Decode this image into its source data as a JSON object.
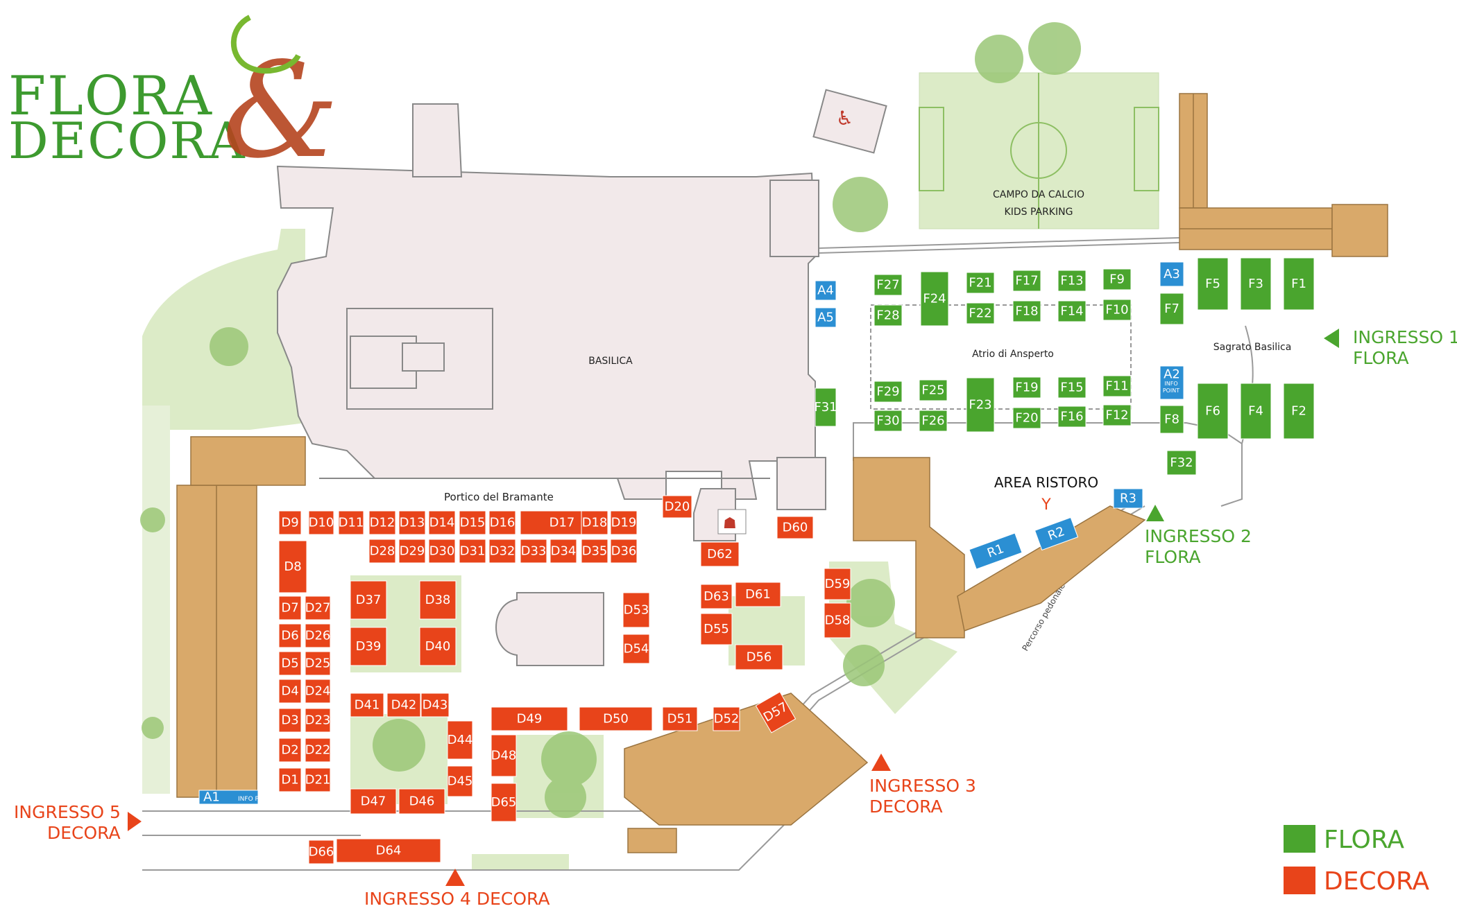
{
  "logo": {
    "line1": "FLORA",
    "line2": "DECORA",
    "ampersand": "&"
  },
  "colors": {
    "flora": "#4aa52e",
    "decora": "#e8441a",
    "info": "#2b8fd3",
    "building": "#f2e9ea",
    "building_line": "#888888",
    "roof": "#d9a96a",
    "grass": "#dcebc7",
    "logo_text": "#3d9a2f",
    "logo_amp": "#b5441f"
  },
  "areas": {
    "basilica": "BASILICA",
    "atrio": "Atrio di Ansperto",
    "sagrato": "Sagrato Basilica",
    "portico": "Portico del Bramante",
    "ristoro": "AREA RISTORO",
    "campo_line1": "CAMPO DA CALCIO",
    "campo_line2": "KIDS PARKING",
    "percorso": "Percorso pedonale"
  },
  "info_point_text": "INFO POINT",
  "info_point_line1": "INFO",
  "info_point_line2": "POINT",
  "entrances": {
    "i1": {
      "line1": "INGRESSO 1",
      "line2": "FLORA"
    },
    "i2": {
      "line1": "INGRESSO 2",
      "line2": "FLORA"
    },
    "i3": {
      "line1": "INGRESSO 3",
      "line2": "DECORA"
    },
    "i4": {
      "line1": "INGRESSO 4 DECORA"
    },
    "i5": {
      "line1": "INGRESSO 5",
      "line2": "DECORA"
    }
  },
  "legend": {
    "flora": "FLORA",
    "decora": "DECORA"
  },
  "stands": {
    "flora": [
      "F1",
      "F2",
      "F3",
      "F4",
      "F5",
      "F6",
      "F7",
      "F8",
      "F9",
      "F10",
      "F11",
      "F12",
      "F13",
      "F14",
      "F15",
      "F16",
      "F17",
      "F18",
      "F19",
      "F20",
      "F21",
      "F22",
      "F23",
      "F24",
      "F25",
      "F26",
      "F27",
      "F28",
      "F29",
      "F30",
      "F31",
      "F32"
    ],
    "decora": [
      "D1",
      "D2",
      "D3",
      "D4",
      "D5",
      "D6",
      "D7",
      "D8",
      "D9",
      "D10",
      "D11",
      "D12",
      "D13",
      "D14",
      "D15",
      "D16",
      "D17",
      "D18",
      "D19",
      "D20",
      "D21",
      "D22",
      "D23",
      "D24",
      "D25",
      "D26",
      "D27",
      "D28",
      "D29",
      "D30",
      "D31",
      "D32",
      "D33",
      "D34",
      "D35",
      "D36",
      "D37",
      "D38",
      "D39",
      "D40",
      "D41",
      "D42",
      "D43",
      "D44",
      "D45",
      "D46",
      "D47",
      "D48",
      "D49",
      "D50",
      "D51",
      "D52",
      "D53",
      "D54",
      "D55",
      "D56",
      "D57",
      "D58",
      "D59",
      "D60",
      "D61",
      "D62",
      "D63",
      "D64",
      "D65",
      "D66"
    ],
    "info": [
      "A1",
      "A2",
      "A3",
      "A4",
      "A5",
      "R1",
      "R2",
      "R3"
    ]
  }
}
